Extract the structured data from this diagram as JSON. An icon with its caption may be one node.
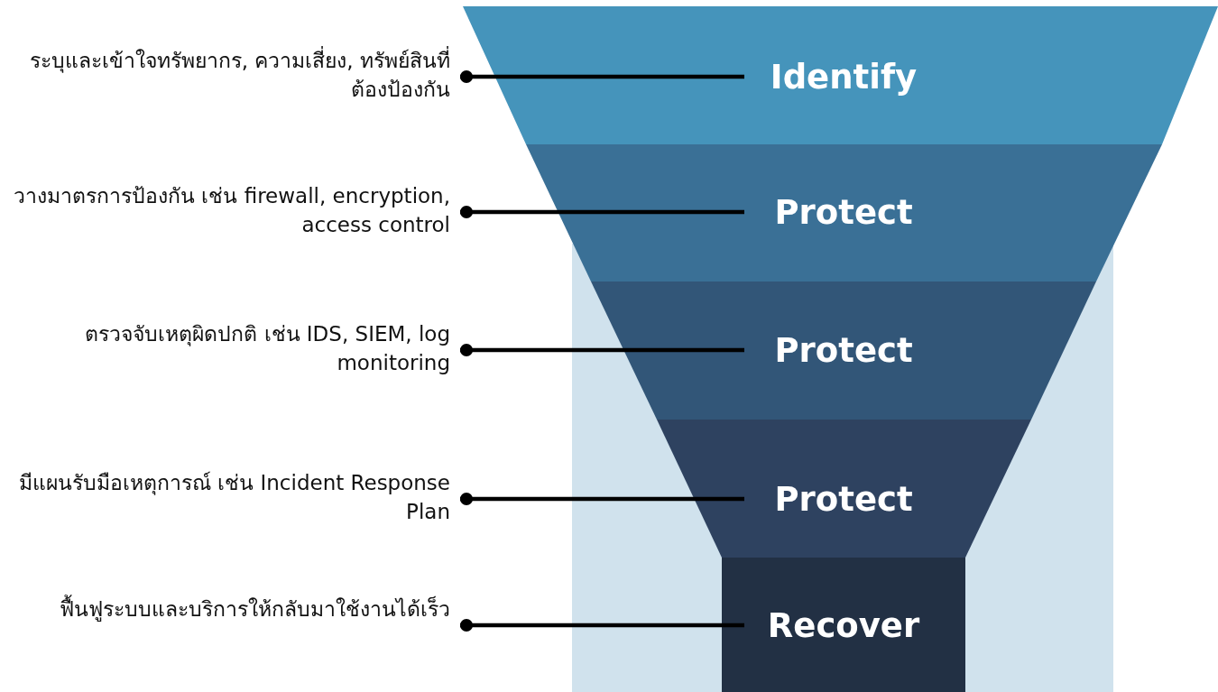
{
  "diagram": {
    "nodes": [
      {
        "text": [
          "Identify"
        ]
      },
      {
        "text": [
          "Protect"
        ]
      },
      {
        "text": [
          "Protect"
        ]
      },
      {
        "text": [
          "Protect"
        ]
      },
      {
        "text": [
          "Recover"
        ]
      },
      {
        "text": [
          "ระบุและเข้าใจทรัพยากร, ความเสี่ยง, ทรัพย์สินที่ต้องป้องกัน"
        ]
      },
      {
        "text": [
          "วางมาตรการป้องกัน เช่น firewall, encryption, access control"
        ]
      },
      {
        "text": [
          "ตรวจจับเหตุผิดปกติ เช่น IDS, SIEM, log monitoring"
        ]
      },
      {
        "text": [
          "มีแผนรับมือเหตุการณ์ เช่น Incident Response Plan"
        ]
      },
      {
        "text": [
          "ฟื้นฟูระบบและบริการให้กลับมาใช้งานได้เร็ว"
        ]
      }
    ],
    "edges": [
      {
        "from": 5,
        "to": 0,
        "arrow": "other"
      },
      {
        "from": 6,
        "to": 1,
        "arrow": "other"
      },
      {
        "from": 7,
        "to": 2,
        "arrow": "other"
      },
      {
        "from": 8,
        "to": 3,
        "arrow": "other"
      },
      {
        "from": 9,
        "to": 4,
        "arrow": "other"
      }
    ]
  }
}
